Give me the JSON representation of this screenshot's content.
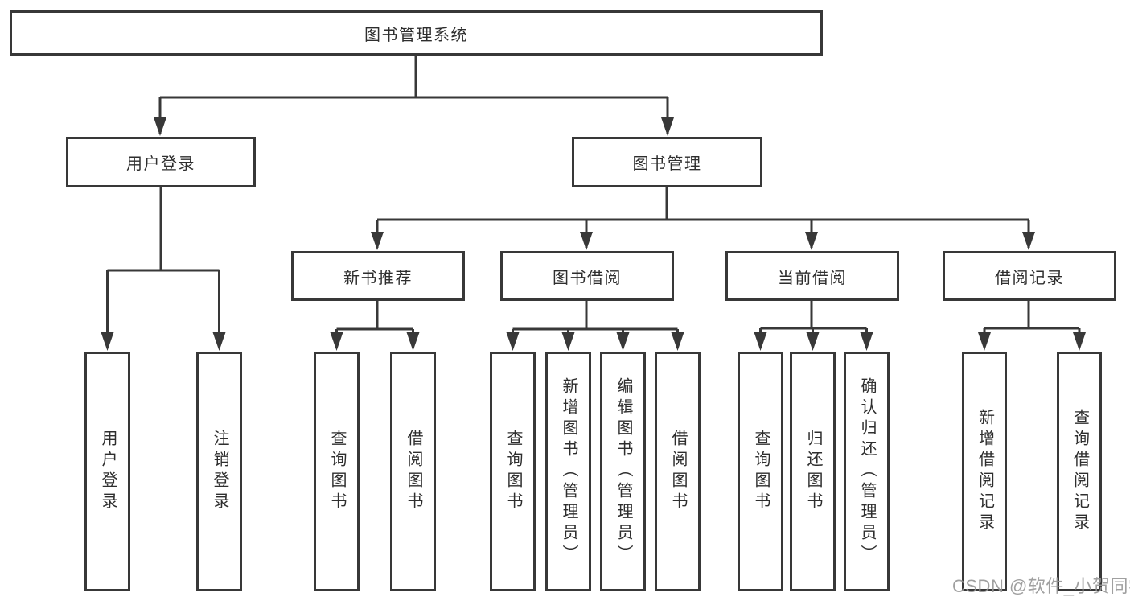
{
  "diagram_title": "图书管理系统",
  "nodes": {
    "root": "图书管理系统",
    "user_login": "用户登录",
    "book_management": "图书管理",
    "new_book_recommend": "新书推荐",
    "book_borrow": "图书借阅",
    "current_borrow": "当前借阅",
    "borrow_record": "借阅记录",
    "ul_user_login": "用户登录",
    "ul_logout": "注销登录",
    "nb_query_book": "查询图书",
    "nb_borrow_book": "借阅图书",
    "bb_query_book": "查询图书",
    "bb_add_book": "新增图书（管理员）",
    "bb_edit_book": "编辑图书（管理员）",
    "bb_borrow_book": "借阅图书",
    "cb_query_book": "查询图书",
    "cb_return_book": "归还图书",
    "cb_confirm_return": "确认归还（管理员）",
    "br_add_record": "新增借阅记录",
    "br_query_record": "查询借阅记录"
  },
  "hierarchy": {
    "label": "图书管理系统",
    "children": [
      {
        "label": "用户登录",
        "children": [
          {
            "label": "用户登录"
          },
          {
            "label": "注销登录"
          }
        ]
      },
      {
        "label": "图书管理",
        "children": [
          {
            "label": "新书推荐",
            "children": [
              {
                "label": "查询图书"
              },
              {
                "label": "借阅图书"
              }
            ]
          },
          {
            "label": "图书借阅",
            "children": [
              {
                "label": "查询图书"
              },
              {
                "label": "新增图书（管理员）"
              },
              {
                "label": "编辑图书（管理员）"
              },
              {
                "label": "借阅图书"
              }
            ]
          },
          {
            "label": "当前借阅",
            "children": [
              {
                "label": "查询图书"
              },
              {
                "label": "归还图书"
              },
              {
                "label": "确认归还（管理员）"
              }
            ]
          },
          {
            "label": "借阅记录",
            "children": [
              {
                "label": "新增借阅记录"
              },
              {
                "label": "查询借阅记录"
              }
            ]
          }
        ]
      }
    ]
  },
  "watermark": "CSDN @软件_小贺同学",
  "colors": {
    "background": "#ffffff",
    "box_border": "#383838",
    "line": "#383838",
    "text": "#2e2e2e",
    "watermark": "#969696"
  }
}
